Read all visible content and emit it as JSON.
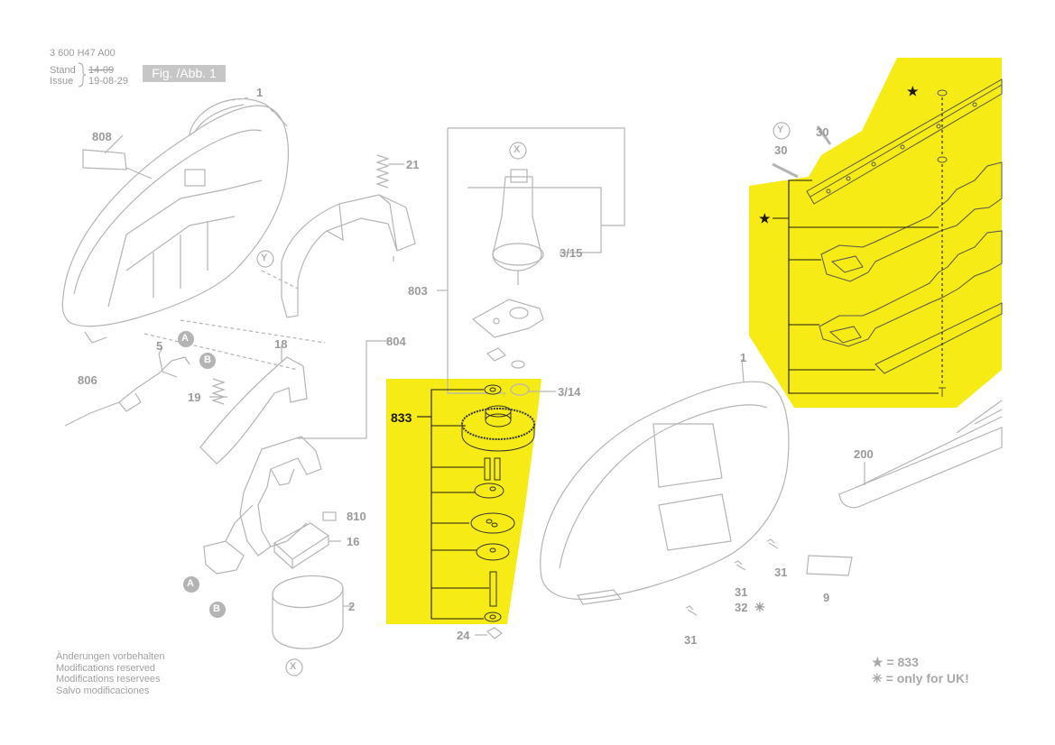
{
  "header": {
    "doc_number": "3 600 H47 A00",
    "stand_label": "Stand",
    "issue_label": "Issue",
    "stand_date": "14-09",
    "issue_date": "19-08-29",
    "figure_label": "Fig. /Abb. 1"
  },
  "callouts": {
    "p1_top": "1",
    "p808": "808",
    "p21": "21",
    "pY_left": "Y",
    "p803": "803",
    "pX_top": "X",
    "p3_15": "3/15",
    "p804": "804",
    "p18": "18",
    "p5": "5",
    "pA1": "A",
    "pB1": "B",
    "p806": "806",
    "p19": "19",
    "p3_14": "3/14",
    "p833": "833",
    "p810": "810",
    "p16": "16",
    "pA2": "A",
    "pB2": "B",
    "p2": "2",
    "p24": "24",
    "pX_bottom": "X",
    "pY_right": "Y",
    "p30a": "30",
    "p30b": "30",
    "p1_right": "1",
    "p200": "200",
    "p31a": "31",
    "p31b": "31",
    "p32": "32",
    "p9": "9",
    "p31c": "31"
  },
  "notes": [
    "Änderungen vorbehalten",
    "Modifications reserved",
    "Modifications reservees",
    "Salvo modificaciones"
  ],
  "legend": [
    {
      "symbol": "★",
      "text": "= 833"
    },
    {
      "symbol": "✳",
      "text": "= only for UK!"
    }
  ],
  "colors": {
    "highlight": "#f6eb14",
    "line": "#b4b4b4",
    "dark": "#1a1a1a"
  }
}
